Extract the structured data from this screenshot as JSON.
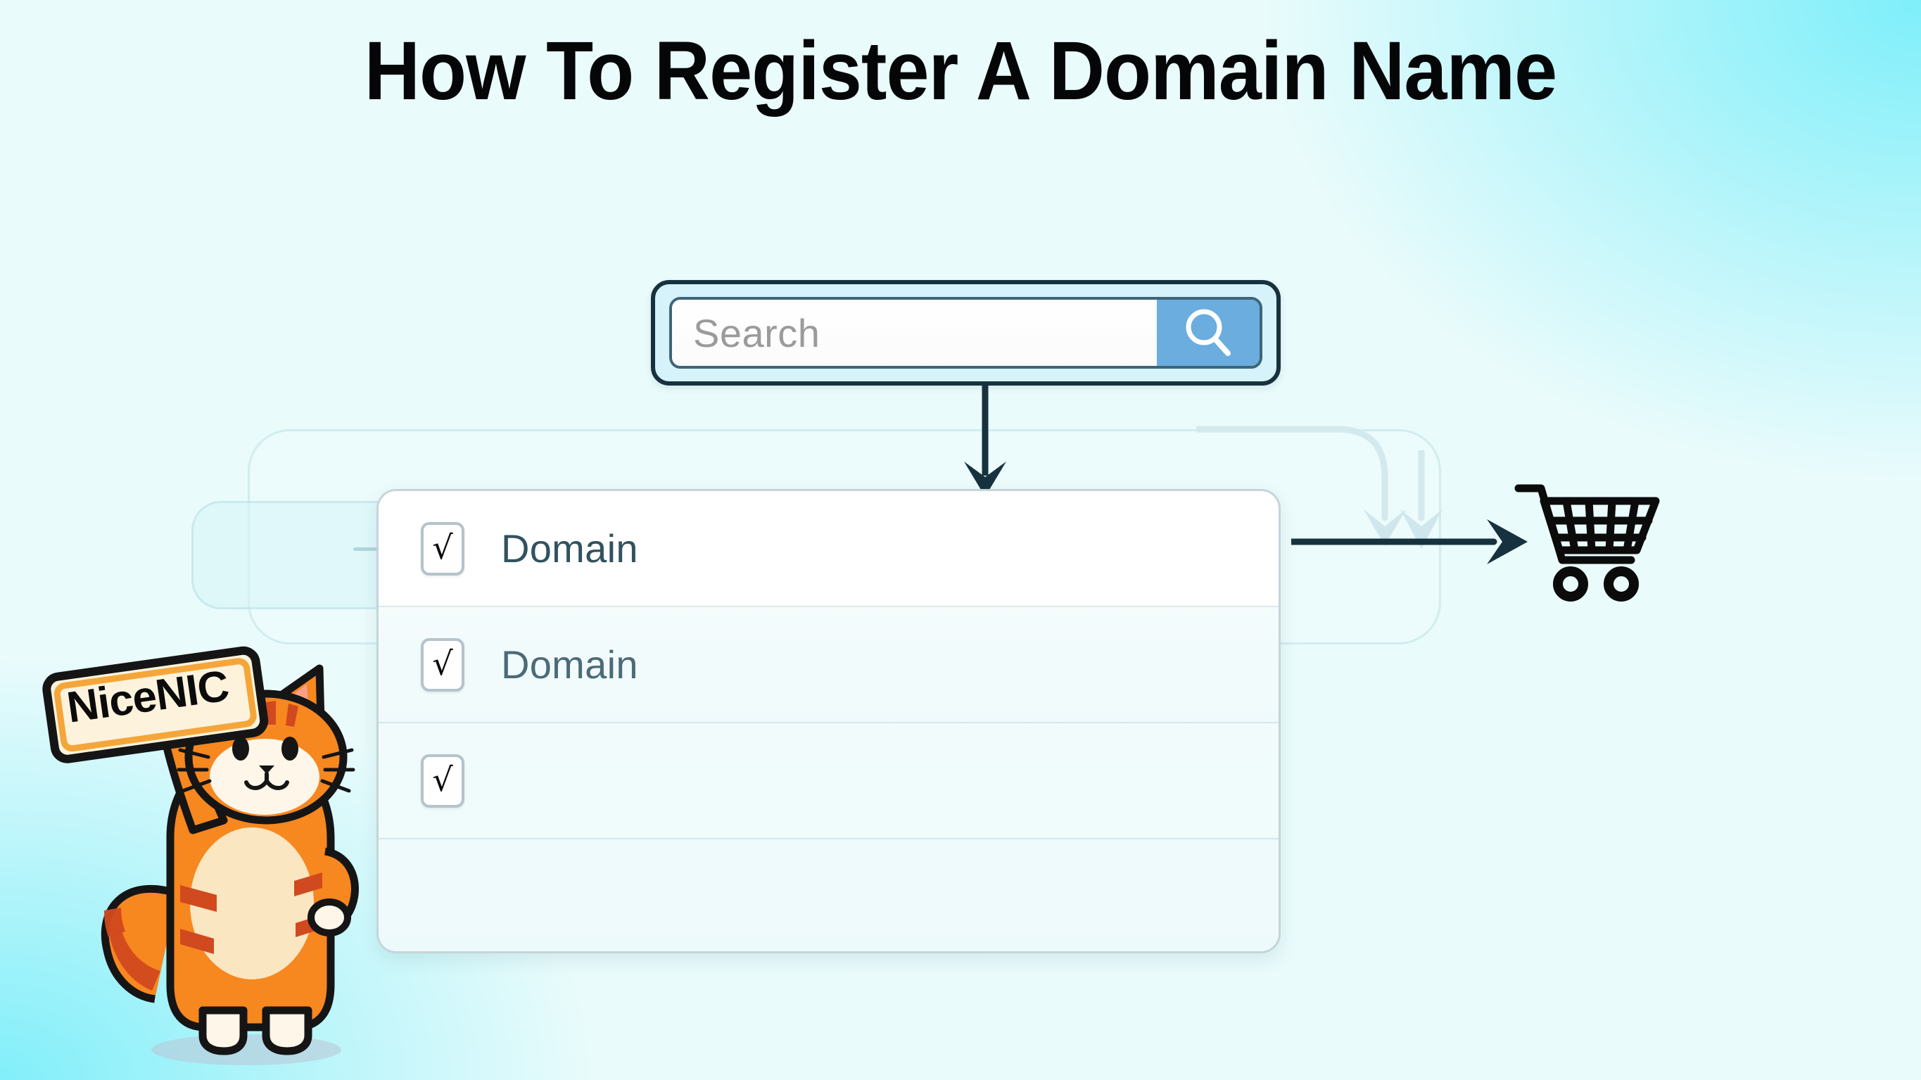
{
  "page": {
    "title": "How To Register A Domain Name",
    "background_gradient_from": "#eafbfc",
    "background_gradient_to": "#78eefa"
  },
  "search": {
    "placeholder": "Search",
    "value": "",
    "button_icon": "search-icon",
    "button_color": "#6aadde",
    "border_color": "#17313f",
    "container_fill": "#d6f3fb",
    "placeholder_color": "#9b9b9b"
  },
  "domain_list": {
    "rows": [
      {
        "checkbox": "√",
        "checked": true,
        "label": "Domain"
      },
      {
        "checkbox": "√",
        "checked": true,
        "label": "Domain"
      },
      {
        "checkbox": "√",
        "checked": true,
        "label": ""
      },
      {
        "checkbox": "",
        "checked": false,
        "label": ""
      }
    ],
    "card_border_color": "#c4d5da",
    "checkbox_border_color": "#b5c3ca",
    "label_color": "#31525f"
  },
  "flow": {
    "arrow_down_name": "arrow-down-search-to-list",
    "arrow_right_name": "arrow-right-list-to-cart",
    "arrow_color": "#16323f",
    "ghost_arrow_color": "#cfe7ec",
    "cart_icon": "shopping-cart-icon",
    "cart_color": "#0b0b0b"
  },
  "mascot": {
    "name": "nicenic-cat-mascot",
    "sign_text": "NiceNIC",
    "sign_fill": "#fdf3dc",
    "sign_border": "#f5a63a",
    "body_color": "#f7871f",
    "stripe_color": "#d1491f",
    "belly_color": "#fbe6c2",
    "outline_color": "#151515"
  }
}
